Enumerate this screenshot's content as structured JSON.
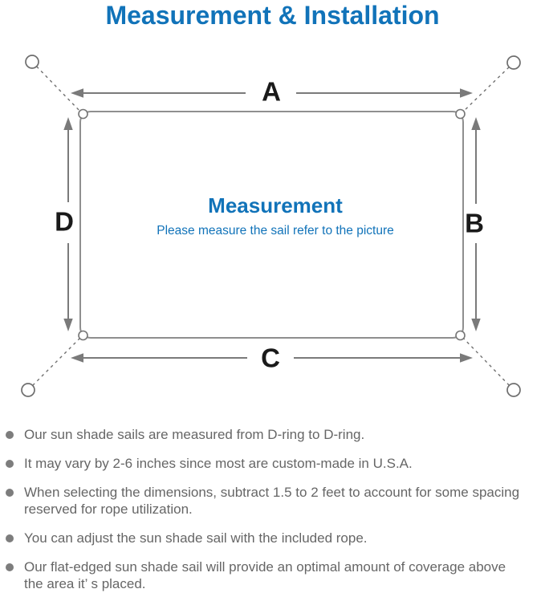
{
  "colors": {
    "accent_blue": "#1173b9",
    "line_gray": "#7a7a7a",
    "outline_gray": "#8f8f8f",
    "note_text_gray": "#666666"
  },
  "header": {
    "title": "Measurement & Installation"
  },
  "diagram": {
    "dimension_labels": {
      "top": "A",
      "right": "B",
      "bottom": "C",
      "left": "D"
    },
    "center": {
      "title": "Measurement",
      "subtitle": "Please measure the sail refer to the picture"
    }
  },
  "notes": {
    "items": [
      "Our sun shade sails are measured from D-ring to D-ring.",
      "It may vary by 2-6 inches since most are custom-made in U.S.A.",
      "When selecting the dimensions, subtract 1.5 to 2 feet to account for some spacing\nreserved for rope utilization.",
      "You can adjust the sun shade sail with the included rope.",
      "Our flat-edged sun shade sail will provide an optimal amount of coverage above\nthe area it’ s placed."
    ]
  }
}
